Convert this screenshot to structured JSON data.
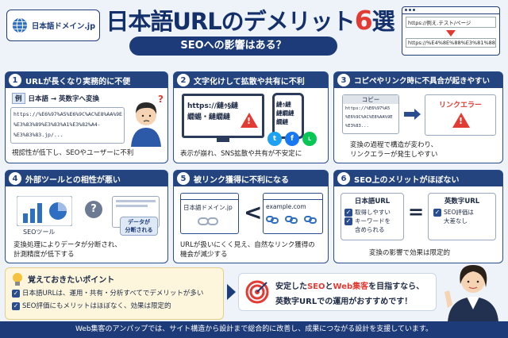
{
  "header": {
    "logo_text": "日本語ドメイン.jp",
    "title_main": "日本語URLのデメリット",
    "title_num": "6",
    "title_suffix": "選",
    "subtitle": "SEOへの影響はある？",
    "url_example_top": "https://例え.テスト/ページ",
    "url_example_bottom": "https://%E4%8E%88%E3%81%88..."
  },
  "cards": [
    {
      "num": "1",
      "title": "URLが長くなり実務的に不便",
      "example_tag": "例",
      "example_text": "日本語 → 英数字へ変換",
      "encoded": [
        "https://%E6%97%A5%E6%9C%AC%E8%AA%9E",
        "%E3%83%89%E3%83%A1%E3%82%A4-",
        "%E3%83%83.jp/..."
      ],
      "caption": "視認性が低下し、SEOやユーザーに不利"
    },
    {
      "num": "2",
      "title": "文字化けして拡散や共有に不利",
      "garbled_1": "https://縺ｩ§縺",
      "garbled_2": "繝蜴・縺繝縺",
      "phone_1": "縺ｩ縺",
      "phone_2": "縺繝縺",
      "phone_3": "繝縺",
      "caption": "表示が崩れ、SNS拡散や共有が不安定に"
    },
    {
      "num": "3",
      "title": "コピペやリンク時に不具合が起きやすい",
      "copy_label": "コピー",
      "copy_lines": [
        "https://%E6%97%A5",
        "%E6%9C%AC%E8%AA%9E",
        "%E3%83..."
      ],
      "error_label": "リンクエラー",
      "caption": [
        "変換の過程で構造が変わり、",
        "リンクエラーが発生しやすい"
      ]
    },
    {
      "num": "4",
      "title": "外部ツールとの相性が悪い",
      "tool_label": "SEOツール",
      "data_label": [
        "データが",
        "分断される"
      ],
      "caption": [
        "変換処理によりデータが分断され、",
        "計測精度が低下する"
      ]
    },
    {
      "num": "5",
      "title": "被リンク獲得に不利になる",
      "left_url": "日本語ドメイン.jp",
      "right_url": "example.com",
      "caption": [
        "URLが扱いにくく見え、自然なリンク獲得の",
        "機会が減少する"
      ]
    },
    {
      "num": "6",
      "title": "SEO上のメリットがほぼない",
      "jp_head": "日本語URL",
      "jp_items": [
        "取得しやすい",
        "キーワードを",
        "含められる"
      ],
      "en_head": "英数字URL",
      "en_items": [
        "SEO評価は",
        "大差なし"
      ],
      "caption": "変換の影響で効果は限定的"
    }
  ],
  "points": {
    "title": "覚えておきたいポイント",
    "items": [
      "日本語URLは、運用・共有・分析すべてでデメリットが多い",
      "SEO評価にもメリットはほぼなく、効果は限定的"
    ]
  },
  "cta": {
    "line1_a": "安定した",
    "line1_b": "SEO",
    "line1_c": "と",
    "line1_d": "Web集客",
    "line1_e": "を目指すなら、",
    "line2": "英数字URLでの運用がおすすめです！"
  },
  "footer": "Web集客のアンパップでは、サイト構造から設計まで総合的に改善し、成果につながる設計を支援しています。",
  "colors": {
    "navy": "#1d3b78",
    "accent_red": "#e23b33",
    "yellow_bg": "#fdf6dd"
  },
  "icons": [
    "globe-icon",
    "down-arrow-icon",
    "warning-icon",
    "twitter-icon",
    "facebook-icon",
    "line-icon",
    "question-icon",
    "bar-chart-icon",
    "link-icon",
    "check-icon",
    "target-icon",
    "lightbulb-icon",
    "person-illustration"
  ]
}
